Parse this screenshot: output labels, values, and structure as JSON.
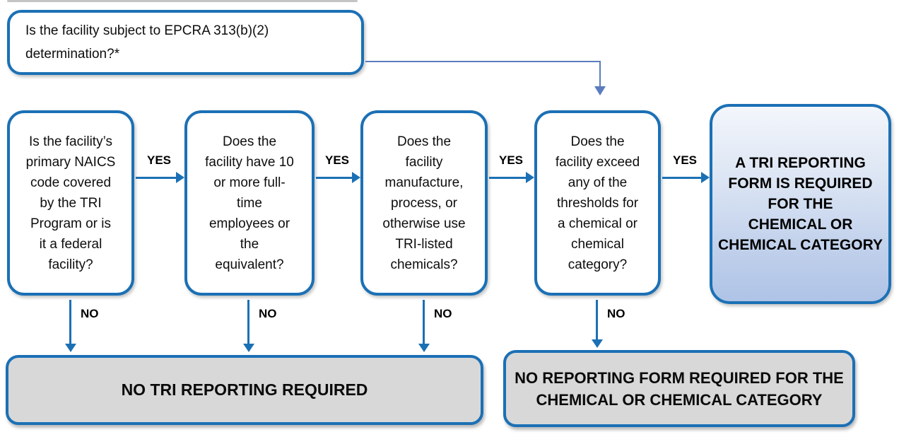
{
  "flowchart": {
    "top_question": "Is the facility subject to EPCRA 313(b)(2)\ndetermination?*",
    "yes_label": "YES",
    "no_label": "NO",
    "questions": [
      {
        "id": "naics",
        "text": "Is the facility’s\nprimary NAICS\ncode covered\nby the TRI\nProgram or is\nit a federal\nfacility?"
      },
      {
        "id": "employees",
        "text": "Does the\nfacility have 10\nor more full-\ntime\nemployees or\nthe\nequivalent?"
      },
      {
        "id": "chemicals",
        "text": "Does the\nfacility\nmanufacture,\nprocess, or\notherwise use\nTRI-listed\nchemicals?"
      },
      {
        "id": "thresholds",
        "text": "Does the\nfacility exceed\nany of the\nthresholds for\na chemical or\nchemical\ncategory?"
      }
    ],
    "outcome_required": "A TRI REPORTING\nFORM IS REQUIRED\nFOR THE\nCHEMICAL OR\nCHEMICAL CATEGORY",
    "outcome_no_tri": "NO TRI REPORTING REQUIRED",
    "outcome_no_form": "NO REPORTING FORM REQUIRED FOR THE\nCHEMICAL OR CHEMICAL CATEGORY",
    "colors": {
      "box_border_blue": "#1B70B5",
      "arrow_blue": "#1B70B5",
      "connector_slate_blue": "#5B7CBE",
      "gray_fill": "#D8D8D8",
      "result_gradient_top": "#F3F6FB",
      "result_gradient_bottom": "#AEC3E6",
      "text_black": "#0d0d0d"
    }
  }
}
